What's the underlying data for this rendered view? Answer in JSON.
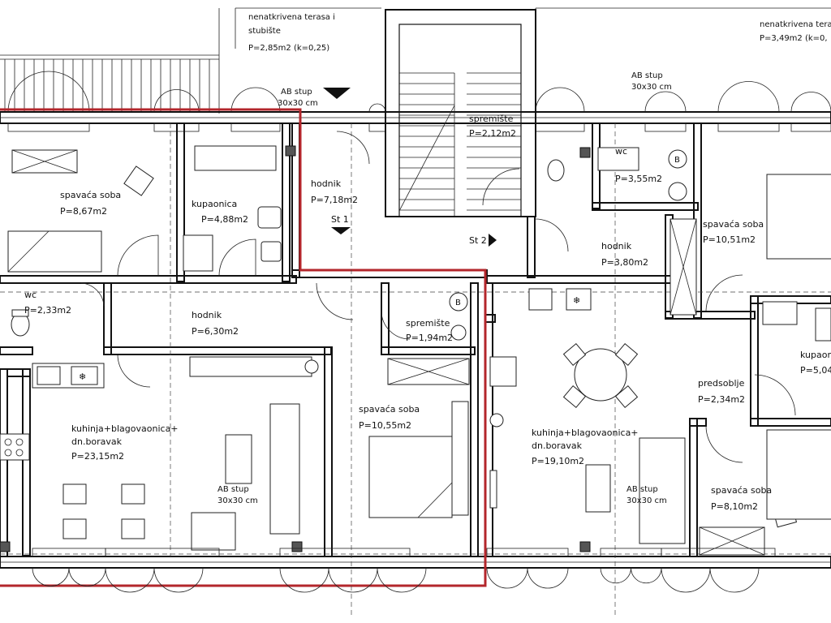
{
  "colors": {
    "wall": "#111111",
    "boundary": "#b3262b",
    "column": "#555555"
  },
  "labels": {
    "terrace_left_name": "nenatkrivena terasa i",
    "terrace_left_name2": "stubište",
    "terrace_left_area": "P=2,85m2  (k=0,25)",
    "terrace_right_name": "nenatkrivena teras",
    "terrace_right_area": "P=3,49m2  (k=0,",
    "ab_stup_1": "AB stup",
    "ab_stup_1_size": "30x30 cm",
    "ab_stup_2": "AB stup",
    "ab_stup_2_size": "30x30 cm",
    "ab_stup_3": "AB stup",
    "ab_stup_3_size": "30x30 cm",
    "ab_stup_4": "AB stup",
    "ab_stup_4_size": "30x30 cm",
    "bedroom_1": "spavaća soba",
    "bedroom_1_area": "P=8,67m2",
    "bathroom_1": "kupaonica",
    "bathroom_1_area": "P=4,88m2",
    "hall_1": "hodnik",
    "hall_1_area": "P=7,18m2",
    "stair_1": "St 1",
    "storage_1": "spremište",
    "storage_1_area": "P=2,12m2",
    "stair_2": "St 2",
    "wc_1": "wc",
    "wc_1_area": "P=2,33m2",
    "hall_2": "hodnik",
    "hall_2_area": "P=6,30m2",
    "storage_2": "spremište",
    "storage_2_area": "P=1,94m2",
    "kitchen_1": "kuhinja+blagovaonica+",
    "kitchen_1_b": "dn.boravak",
    "kitchen_1_area": "P=23,15m2",
    "bedroom_2": "spavaća soba",
    "bedroom_2_area": "P=10,55m2",
    "wc_2": "wc",
    "wc_2_area": "P=3,55m2",
    "hall_3": "hodnik",
    "hall_3_area": "P=3,80m2",
    "bedroom_3": "spavaća soba",
    "bedroom_3_area": "P=10,51m2",
    "bathroom_2": "kupaoni",
    "bathroom_2_area": "P=5,04",
    "foyer": "predsoblje",
    "foyer_area": "P=2,34m2",
    "kitchen_2": "kuhinja+blagovaonica+",
    "kitchen_2_b": "dn.boravak",
    "kitchen_2_area": "P=19,10m2",
    "bedroom_4": "spavaća soba",
    "bedroom_4_area": "P=8,10m2",
    "boiler_1": "B",
    "boiler_2": "B"
  }
}
